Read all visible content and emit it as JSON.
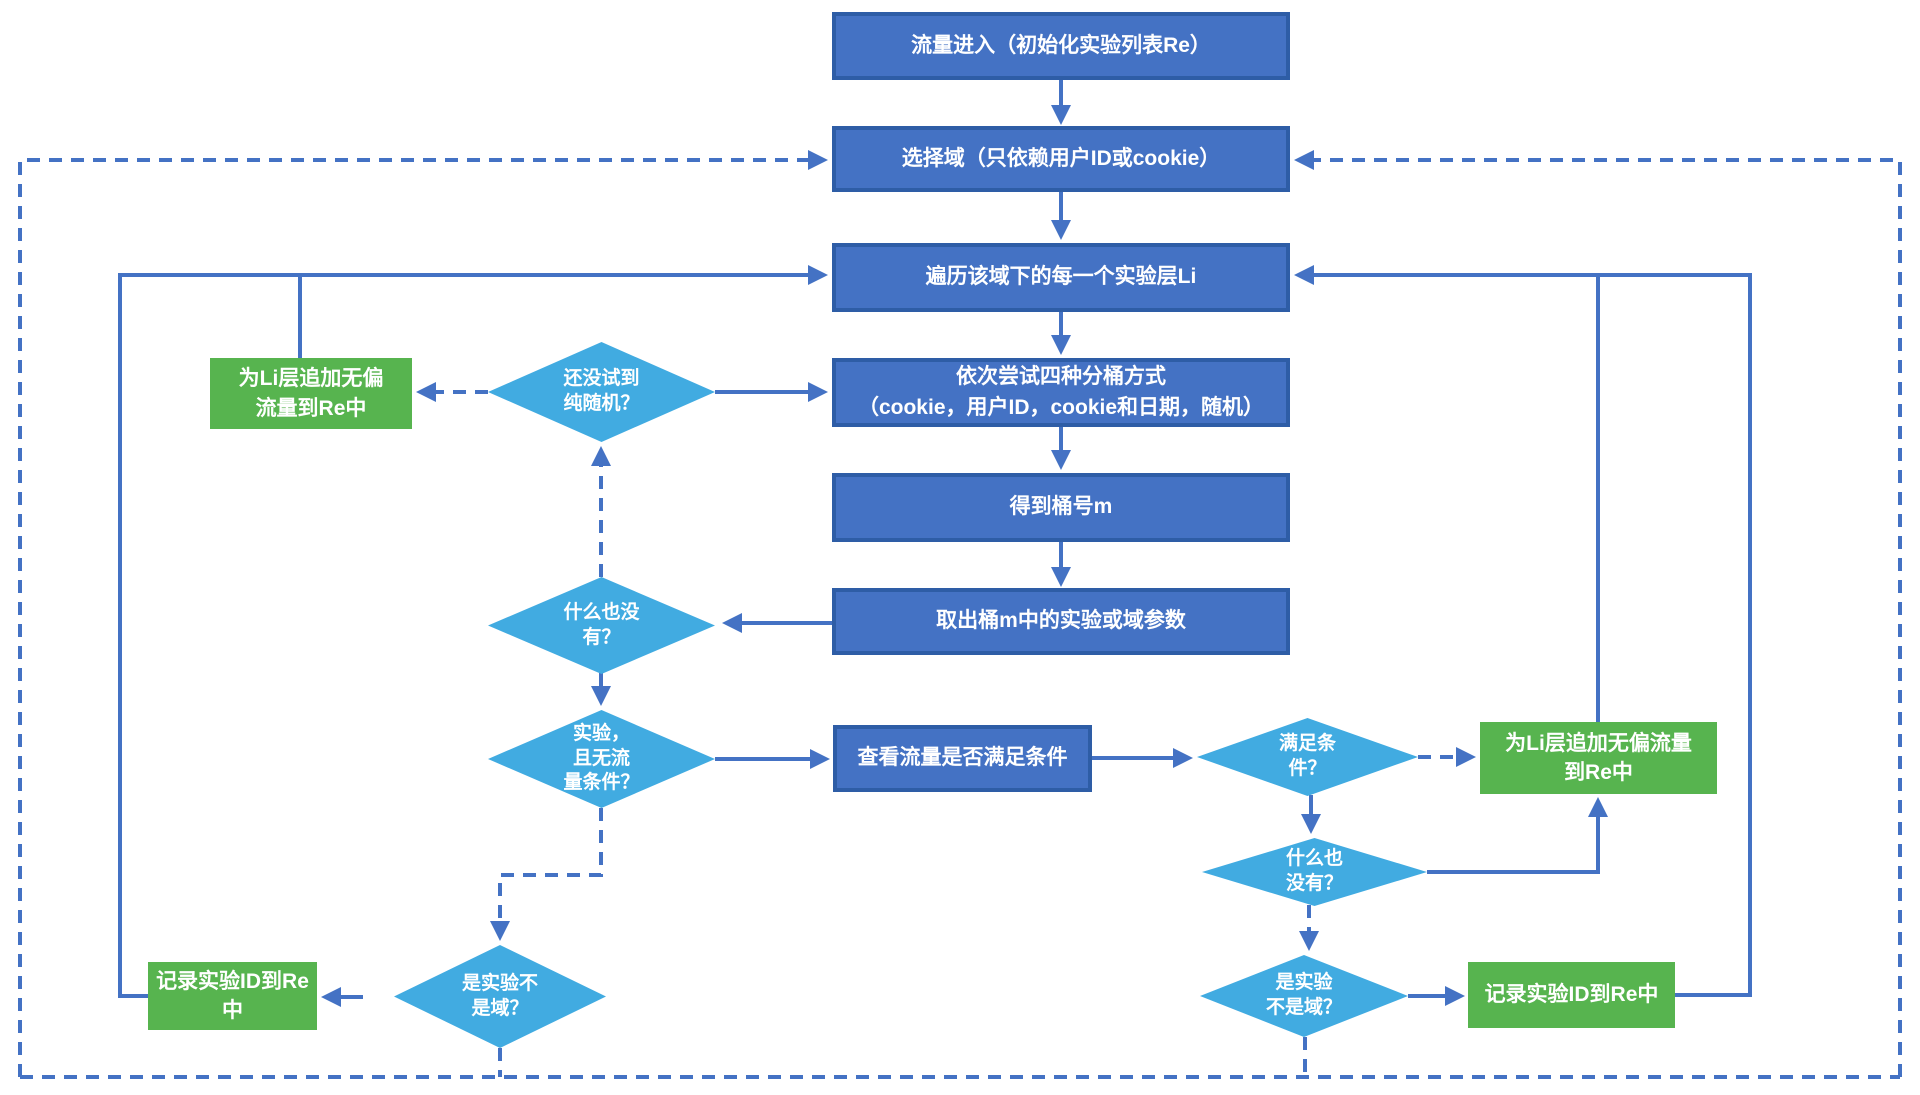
{
  "diagram": {
    "type": "flowchart",
    "language": "zh-CN",
    "colors": {
      "process_fill": "#4472C4",
      "process_border": "#2E5DA6",
      "decision_fill": "#41ABE1",
      "terminal_fill": "#57B44F",
      "connector": "#4472C4",
      "text": "#ffffff",
      "background": "#ffffff"
    },
    "nodes": {
      "traffic_enter": {
        "label": "流量进入（初始化实验列表Re）"
      },
      "select_domain": {
        "label": "选择域（只依赖用户ID或cookie）"
      },
      "iterate_layers": {
        "label": "遍历该域下的每一个实验层Li"
      },
      "try_bucket_methods": {
        "label": "依次尝试四种分桶方式\n（cookie，用户ID，cookie和日期，随机）"
      },
      "get_bucket_m": {
        "label": "得到桶号m"
      },
      "fetch_bucket_params": {
        "label": "取出桶m中的实验或域参数"
      },
      "check_traffic_condition": {
        "label": "查看流量是否满足条件"
      },
      "not_tried_random": {
        "label": "还没试到\n纯随机？"
      },
      "nothing_left": {
        "label": "什么也没\n有？"
      },
      "exp_no_condition": {
        "label": "实验，\n且无流\n量条件？"
      },
      "is_exp_left": {
        "label": "是实验不\n是域？"
      },
      "condition_met": {
        "label": "满足条\n件？"
      },
      "nothing_right": {
        "label": "什么也\n没有？"
      },
      "is_exp_right": {
        "label": "是实验\n不是域？"
      },
      "append_unbiased_left": {
        "label": "为Li层追加无偏\n流量到Re中"
      },
      "record_exp_left": {
        "label": "记录实验ID到Re中"
      },
      "append_unbiased_right": {
        "label": "为Li层追加无偏流量\n到Re中"
      },
      "record_exp_right": {
        "label": "记录实验ID到Re中"
      }
    },
    "edges": [
      {
        "from": "traffic_enter",
        "to": "select_domain",
        "style": "solid"
      },
      {
        "from": "select_domain",
        "to": "iterate_layers",
        "style": "solid"
      },
      {
        "from": "iterate_layers",
        "to": "try_bucket_methods",
        "style": "solid"
      },
      {
        "from": "try_bucket_methods",
        "to": "get_bucket_m",
        "style": "solid"
      },
      {
        "from": "get_bucket_m",
        "to": "fetch_bucket_params",
        "style": "solid"
      },
      {
        "from": "fetch_bucket_params",
        "to": "nothing_left",
        "style": "solid"
      },
      {
        "from": "nothing_left",
        "to": "not_tried_random",
        "style": "dashed"
      },
      {
        "from": "not_tried_random",
        "to": "try_bucket_methods",
        "style": "solid"
      },
      {
        "from": "not_tried_random",
        "to": "append_unbiased_left",
        "style": "dashed"
      },
      {
        "from": "append_unbiased_left",
        "to": "iterate_layers",
        "style": "solid"
      },
      {
        "from": "nothing_left",
        "to": "exp_no_condition",
        "style": "solid"
      },
      {
        "from": "exp_no_condition",
        "to": "check_traffic_condition",
        "style": "solid"
      },
      {
        "from": "exp_no_condition",
        "to": "is_exp_left",
        "style": "dashed"
      },
      {
        "from": "is_exp_left",
        "to": "record_exp_left",
        "style": "solid"
      },
      {
        "from": "record_exp_left",
        "to": "iterate_layers",
        "style": "solid"
      },
      {
        "from": "is_exp_left",
        "to": "select_domain",
        "style": "dashed"
      },
      {
        "from": "check_traffic_condition",
        "to": "condition_met",
        "style": "solid"
      },
      {
        "from": "condition_met",
        "to": "append_unbiased_right",
        "style": "dashed"
      },
      {
        "from": "condition_met",
        "to": "nothing_right",
        "style": "solid"
      },
      {
        "from": "nothing_right",
        "to": "append_unbiased_right",
        "style": "solid"
      },
      {
        "from": "append_unbiased_right",
        "to": "iterate_layers",
        "style": "solid"
      },
      {
        "from": "nothing_right",
        "to": "is_exp_right",
        "style": "dashed"
      },
      {
        "from": "is_exp_right",
        "to": "record_exp_right",
        "style": "solid"
      },
      {
        "from": "record_exp_right",
        "to": "iterate_layers",
        "style": "solid"
      },
      {
        "from": "is_exp_right",
        "to": "select_domain",
        "style": "dashed"
      }
    ]
  }
}
